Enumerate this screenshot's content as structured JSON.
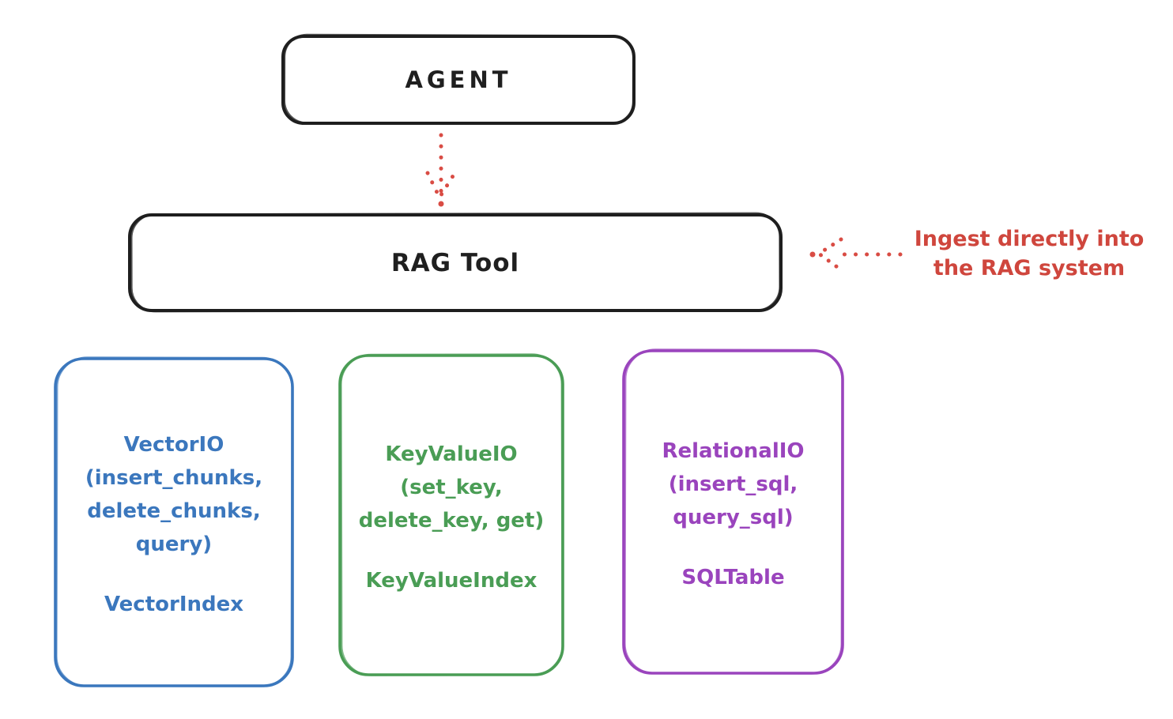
{
  "diagram": {
    "title_context": "RAG Tool architecture sketch",
    "palette": {
      "ink": "#1f1f1f",
      "red": "#cf463d",
      "blue": "#3b77bd",
      "green": "#4a9d55",
      "purple": "#9a44bd",
      "background": "#ffffff"
    },
    "agent": {
      "label": "AGENT"
    },
    "rag_tool": {
      "label": "RAG Tool"
    },
    "annotation": {
      "text": "Ingest directly into\nthe RAG system"
    },
    "arrows": [
      {
        "name": "agent-to-rag-tool",
        "style": "dotted",
        "direction": "down",
        "color": "#d94c44"
      },
      {
        "name": "annotation-to-rag-tool",
        "style": "dotted",
        "direction": "left",
        "color": "#d94c44"
      }
    ],
    "modules": [
      {
        "name": "VectorIO",
        "methods": "VectorIO\n(insert_chunks,\ndelete_chunks,\nquery)",
        "index": "VectorIndex",
        "color": "#3b77bd"
      },
      {
        "name": "KeyValueIO",
        "methods": "KeyValueIO\n(set_key,\ndelete_key, get)",
        "index": "KeyValueIndex",
        "color": "#4a9d55"
      },
      {
        "name": "RelationalIO",
        "methods": "RelationalIO\n(insert_sql,\nquery_sql)",
        "index": "SQLTable",
        "color": "#9a44bd"
      }
    ]
  }
}
